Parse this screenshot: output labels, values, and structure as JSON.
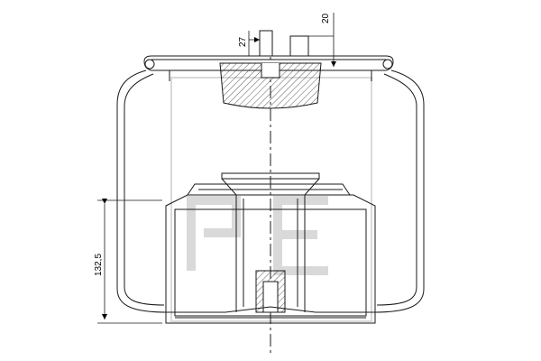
{
  "drawing": {
    "dimensions": {
      "top_stud_offset": "20",
      "top_stud_diameter": "27",
      "piston_height": "132,5"
    },
    "colors": {
      "line": "#1a1a1a",
      "watermark": "#d9d9d9",
      "background": "#ffffff"
    },
    "watermark_text": "PE"
  }
}
